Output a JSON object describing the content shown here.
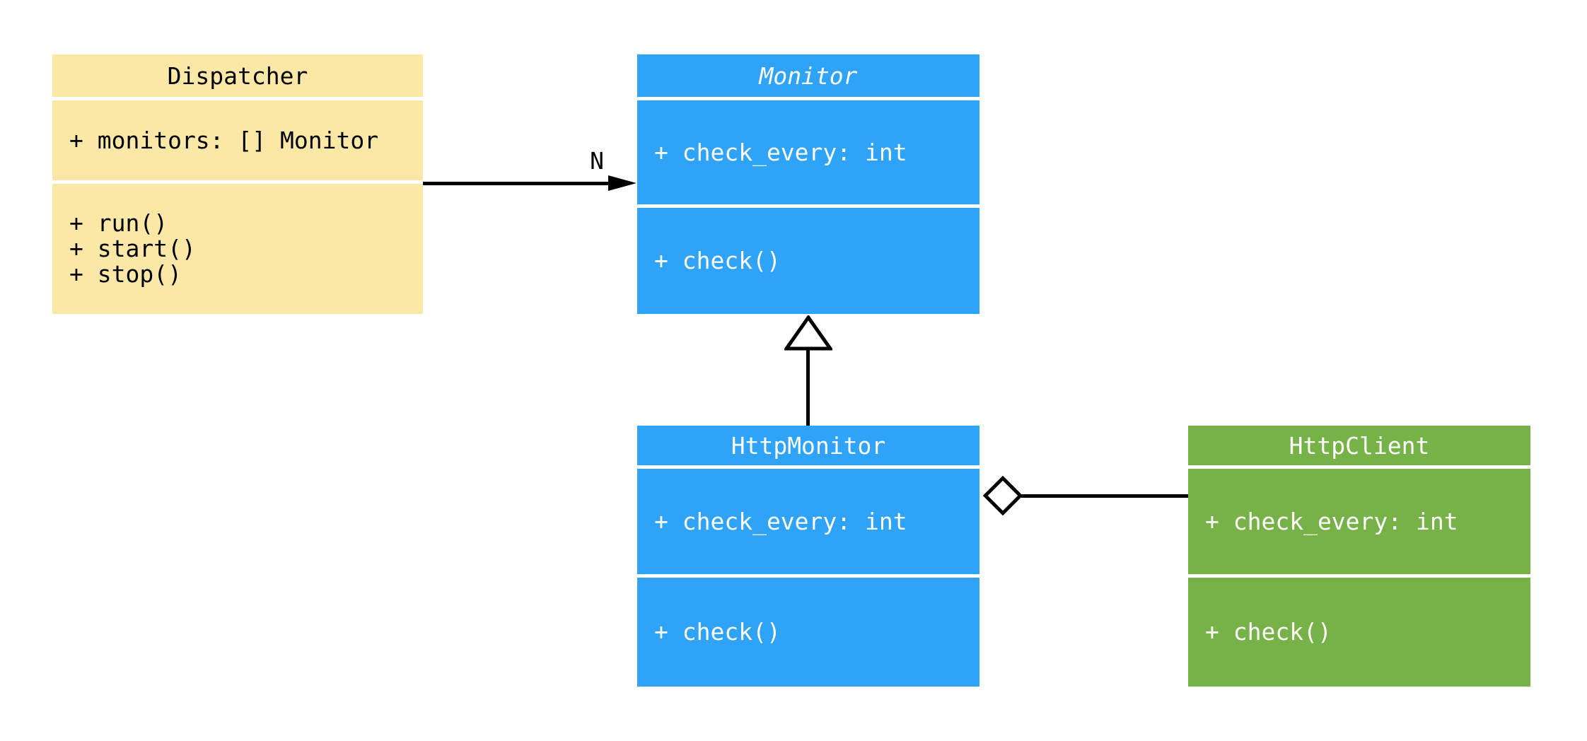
{
  "colors": {
    "background": "#FFFFFF",
    "connector": "#000000",
    "dispatcher_fill": "#FBE8A7",
    "monitor_fill": "#2FA3F8",
    "http_client_fill": "#76B247",
    "dark_text": "#000000",
    "light_text": "#FFFFFF"
  },
  "classes": [
    {
      "name": "Dispatcher",
      "abstract": false,
      "fill": "#FBE8A7",
      "text_color": "#000000",
      "attributes": [
        "+ monitors: [] Monitor"
      ],
      "methods": [
        "+ run()",
        "+ start()",
        "+ stop()"
      ]
    },
    {
      "name": "Monitor",
      "abstract": true,
      "fill": "#2FA3F8",
      "text_color": "#FFFFFF",
      "attributes": [
        "+ check_every: int"
      ],
      "methods": [
        "+ check()"
      ]
    },
    {
      "name": "HttpMonitor",
      "abstract": false,
      "fill": "#2FA3F8",
      "text_color": "#FFFFFF",
      "attributes": [
        "+ check_every: int"
      ],
      "methods": [
        "+ check()"
      ]
    },
    {
      "name": "HttpClient",
      "abstract": false,
      "fill": "#76B247",
      "text_color": "#FFFFFF",
      "attributes": [
        "+ check_every: int"
      ],
      "methods": [
        "+ check()"
      ]
    }
  ],
  "relationships": [
    {
      "type": "association",
      "from": "Dispatcher",
      "to": "Monitor",
      "multiplicity_label": "N"
    },
    {
      "type": "inheritance",
      "from": "HttpMonitor",
      "to": "Monitor"
    },
    {
      "type": "aggregation",
      "from": "HttpMonitor",
      "to": "HttpClient"
    }
  ]
}
